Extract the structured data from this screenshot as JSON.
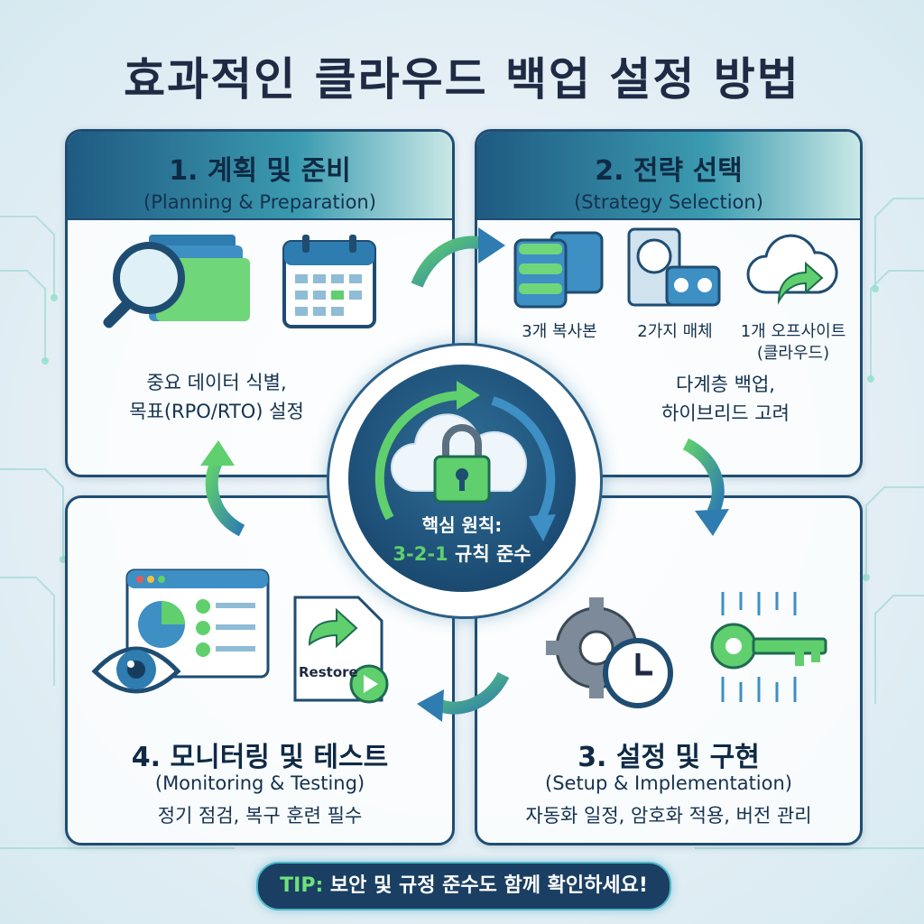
{
  "title": "효과적인 클라우드 백업 설정 방법",
  "steps": [
    {
      "title": "1. 계획 및 준비",
      "subtitle": "(Planning & Preparation)",
      "description": [
        "중요 데이터 식별,",
        "목표(RPO/RTO) 설정"
      ],
      "icons": [
        "magnifier-folder-icon",
        "calendar-icon"
      ]
    },
    {
      "title": "2. 전략 선택",
      "subtitle": "(Strategy Selection)",
      "icon_labels": [
        "3개 복사본",
        "2가지 매체",
        "1개 오프사이트",
        "(클라우드)"
      ],
      "description": [
        "다계층 백업,",
        "하이브리드 고려"
      ],
      "icons": [
        "database-icon",
        "hard-drive-tape-icon",
        "cloud-arrow-icon"
      ]
    },
    {
      "title": "3. 설정 및 구현",
      "subtitle": "(Setup & Implementation)",
      "description": "자동화 일정, 암호화 적용, 버전 관리",
      "icons": [
        "gear-clock-icon",
        "digital-key-icon"
      ]
    },
    {
      "title": "4. 모니터링 및 테스트",
      "subtitle": "(Monitoring & Testing)",
      "description": "정기 점검, 복구 훈련 필수",
      "icons": [
        "dashboard-eye-icon",
        "restore-file-icon"
      ],
      "restore_label": "Restore"
    }
  ],
  "center": {
    "line1": "핵심 원칙:",
    "highlight": "3-2-1",
    "line2_rest": " 규칙 준수",
    "icon": "cloud-lock-icon"
  },
  "tip": {
    "label": "TIP:",
    "text": " 보안 및 규정 준수도 함께 확인하세요!"
  },
  "colors": {
    "navy": "#1f4d72",
    "green": "#5fd06d",
    "teal": "#3b9bb0",
    "tip_bg": "#1a3f63"
  }
}
